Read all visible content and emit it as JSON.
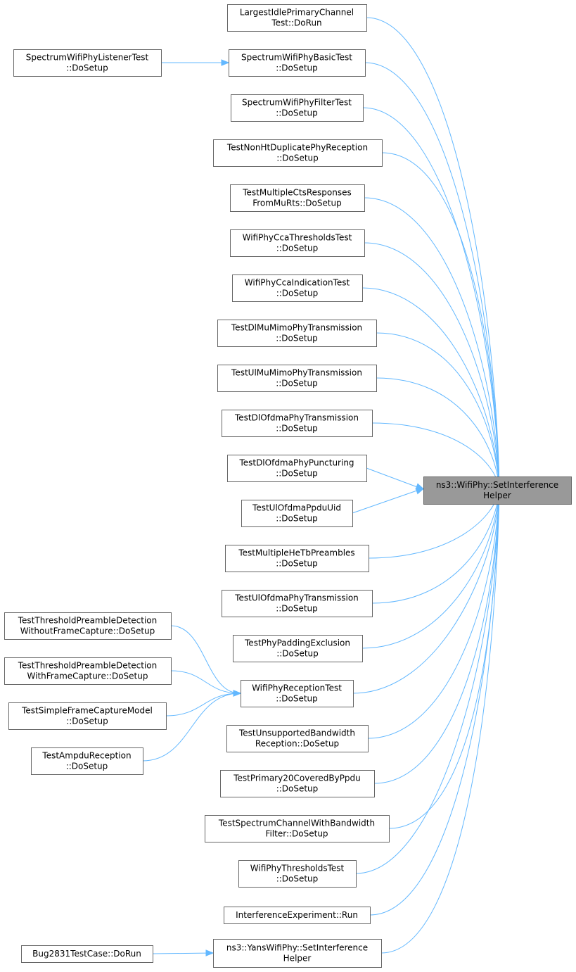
{
  "graph": {
    "root": {
      "id": "root",
      "lines": [
        "ns3::WifiPhy::SetInterference",
        "Helper"
      ]
    },
    "nodes": [
      {
        "id": "n1",
        "lines": [
          "LargestIdlePrimaryChannel",
          "Test::DoRun"
        ]
      },
      {
        "id": "n2",
        "lines": [
          "SpectrumWifiPhyBasicTest",
          "::DoSetup"
        ]
      },
      {
        "id": "n3",
        "lines": [
          "SpectrumWifiPhyListenerTest",
          "::DoSetup"
        ]
      },
      {
        "id": "n4",
        "lines": [
          "SpectrumWifiPhyFilterTest",
          "::DoSetup"
        ]
      },
      {
        "id": "n5",
        "lines": [
          "TestNonHtDuplicatePhyReception",
          "::DoSetup"
        ]
      },
      {
        "id": "n6",
        "lines": [
          "TestMultipleCtsResponses",
          "FromMuRts::DoSetup"
        ]
      },
      {
        "id": "n7",
        "lines": [
          "WifiPhyCcaThresholdsTest",
          "::DoSetup"
        ]
      },
      {
        "id": "n8",
        "lines": [
          "WifiPhyCcaIndicationTest",
          "::DoSetup"
        ]
      },
      {
        "id": "n9",
        "lines": [
          "TestDlMuMimoPhyTransmission",
          "::DoSetup"
        ]
      },
      {
        "id": "n10",
        "lines": [
          "TestUlMuMimoPhyTransmission",
          "::DoSetup"
        ]
      },
      {
        "id": "n11",
        "lines": [
          "TestDlOfdmaPhyTransmission",
          "::DoSetup"
        ]
      },
      {
        "id": "n12",
        "lines": [
          "TestDlOfdmaPhyPuncturing",
          "::DoSetup"
        ]
      },
      {
        "id": "n13",
        "lines": [
          "TestUlOfdmaPpduUid",
          "::DoSetup"
        ]
      },
      {
        "id": "n14",
        "lines": [
          "TestMultipleHeTbPreambles",
          "::DoSetup"
        ]
      },
      {
        "id": "n15",
        "lines": [
          "TestUlOfdmaPhyTransmission",
          "::DoSetup"
        ]
      },
      {
        "id": "n16",
        "lines": [
          "TestPhyPaddingExclusion",
          "::DoSetup"
        ]
      },
      {
        "id": "n17",
        "lines": [
          "WifiPhyReceptionTest",
          "::DoSetup"
        ]
      },
      {
        "id": "n18",
        "lines": [
          "TestThresholdPreambleDetection",
          "WithoutFrameCapture::DoSetup"
        ]
      },
      {
        "id": "n19",
        "lines": [
          "TestThresholdPreambleDetection",
          "WithFrameCapture::DoSetup"
        ]
      },
      {
        "id": "n20",
        "lines": [
          "TestSimpleFrameCaptureModel",
          "::DoSetup"
        ]
      },
      {
        "id": "n21",
        "lines": [
          "TestAmpduReception",
          "::DoSetup"
        ]
      },
      {
        "id": "n22",
        "lines": [
          "TestUnsupportedBandwidth",
          "Reception::DoSetup"
        ]
      },
      {
        "id": "n23",
        "lines": [
          "TestPrimary20CoveredByPpdu",
          "::DoSetup"
        ]
      },
      {
        "id": "n24",
        "lines": [
          "TestSpectrumChannelWithBandwidth",
          "Filter::DoSetup"
        ]
      },
      {
        "id": "n25",
        "lines": [
          "WifiPhyThresholdsTest",
          "::DoSetup"
        ]
      },
      {
        "id": "n26",
        "lines": [
          "InterferenceExperiment::Run"
        ]
      },
      {
        "id": "n27",
        "lines": [
          "ns3::YansWifiPhy::SetInterference",
          "Helper"
        ]
      },
      {
        "id": "n28",
        "lines": [
          "Bug2831TestCase::DoRun"
        ]
      }
    ],
    "edges": [
      {
        "from": "n1",
        "to": "root"
      },
      {
        "from": "n2",
        "to": "root"
      },
      {
        "from": "n3",
        "to": "n2"
      },
      {
        "from": "n4",
        "to": "root"
      },
      {
        "from": "n5",
        "to": "root"
      },
      {
        "from": "n6",
        "to": "root"
      },
      {
        "from": "n7",
        "to": "root"
      },
      {
        "from": "n8",
        "to": "root"
      },
      {
        "from": "n9",
        "to": "root"
      },
      {
        "from": "n10",
        "to": "root"
      },
      {
        "from": "n11",
        "to": "root"
      },
      {
        "from": "n12",
        "to": "root"
      },
      {
        "from": "n13",
        "to": "root"
      },
      {
        "from": "n14",
        "to": "root"
      },
      {
        "from": "n15",
        "to": "root"
      },
      {
        "from": "n16",
        "to": "root"
      },
      {
        "from": "n17",
        "to": "root"
      },
      {
        "from": "n18",
        "to": "n17"
      },
      {
        "from": "n19",
        "to": "n17"
      },
      {
        "from": "n20",
        "to": "n17"
      },
      {
        "from": "n21",
        "to": "n17"
      },
      {
        "from": "n22",
        "to": "root"
      },
      {
        "from": "n23",
        "to": "root"
      },
      {
        "from": "n24",
        "to": "root"
      },
      {
        "from": "n25",
        "to": "root"
      },
      {
        "from": "n26",
        "to": "root"
      },
      {
        "from": "n27",
        "to": "root"
      },
      {
        "from": "n28",
        "to": "n27"
      }
    ]
  },
  "colors": {
    "edge": "#63b8ff",
    "node_border": "#666666",
    "root_fill": "#999999",
    "node_fill": "#ffffff"
  }
}
